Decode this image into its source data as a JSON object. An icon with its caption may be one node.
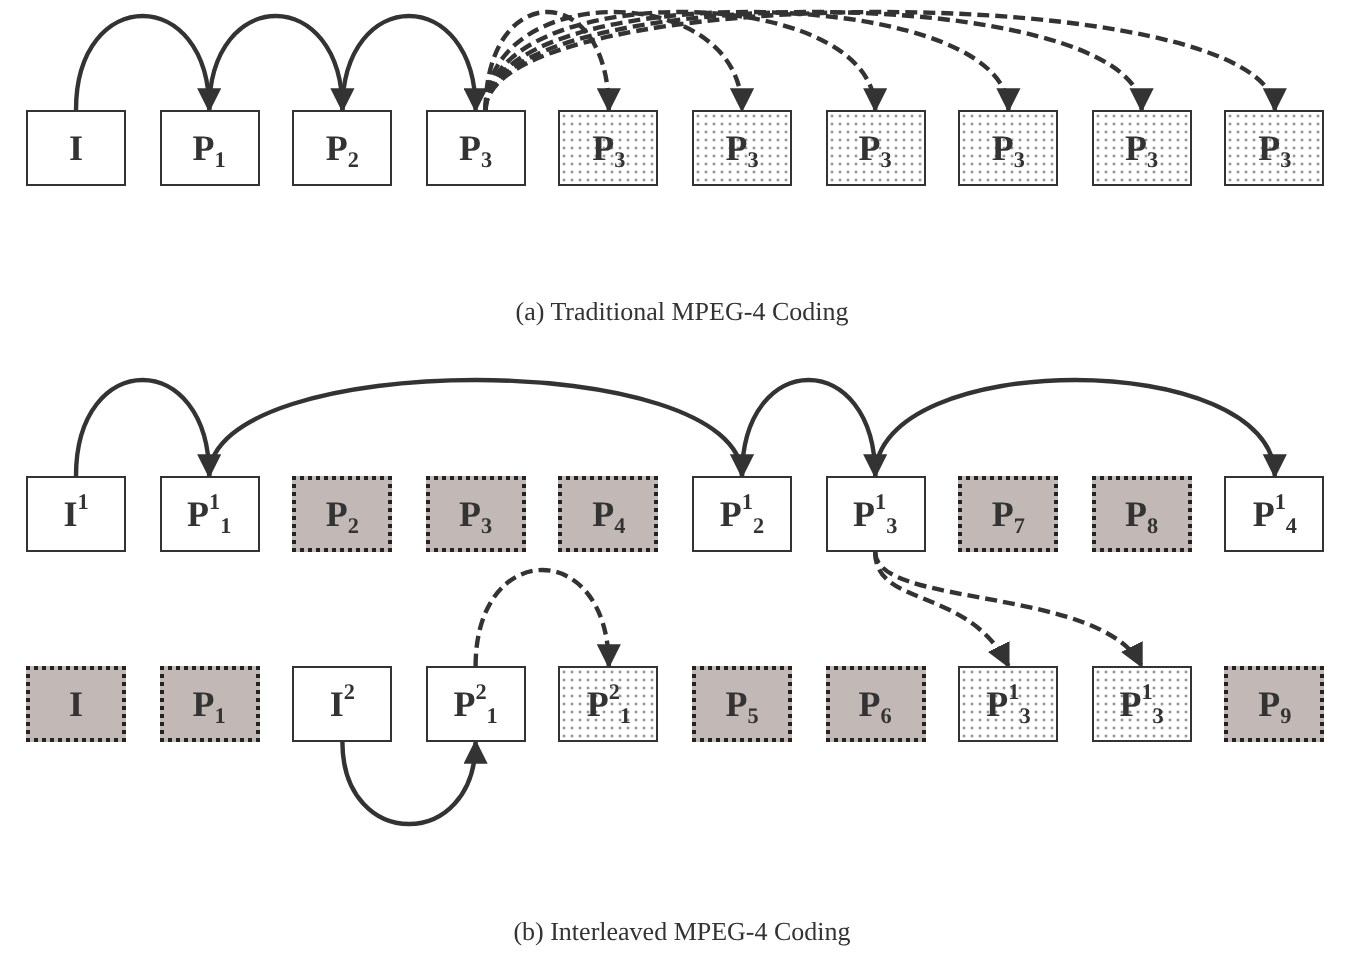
{
  "diagram": {
    "nodes": [
      {
        "text": [
          "I"
        ]
      },
      {
        "text": [
          "P$_{1}$"
        ]
      },
      {
        "text": [
          "P$_{2}$"
        ]
      },
      {
        "text": [
          "P$_{3}$"
        ]
      },
      {
        "text": [
          "P$_{3}$"
        ]
      },
      {
        "text": [
          "P$_{3}$"
        ]
      },
      {
        "text": [
          "P$_{3}$"
        ]
      },
      {
        "text": [
          "P$_{3}$"
        ]
      },
      {
        "text": [
          "P$_{3}$"
        ]
      },
      {
        "text": [
          "P$_{3}$"
        ]
      },
      {
        "text": [
          "I$^{1}$"
        ]
      },
      {
        "text": [
          "P$^{1}$$_{1}$"
        ]
      },
      {
        "text": [
          "P$_{2}$"
        ]
      },
      {
        "text": [
          "P$_{3}$"
        ]
      },
      {
        "text": [
          "P$_{4}$"
        ]
      },
      {
        "text": [
          "P$^{1}$$_{2}$"
        ]
      },
      {
        "text": [
          "P$^{1}$$_{3}$"
        ]
      },
      {
        "text": [
          "P$_{7}$"
        ]
      },
      {
        "text": [
          "P$_{8}$"
        ]
      },
      {
        "text": [
          "P$^{1}$$_{4}$"
        ]
      },
      {
        "text": [
          "I"
        ]
      },
      {
        "text": [
          "P$_{1}$"
        ]
      },
      {
        "text": [
          "I$^{2}$"
        ]
      },
      {
        "text": [
          "P$^{2}$$_{1}$"
        ]
      },
      {
        "text": [
          "P$^{2}$$_{1}$"
        ]
      },
      {
        "text": [
          "P$_{5}$"
        ]
      },
      {
        "text": [
          "P$_{6}$"
        ]
      },
      {
        "text": [
          "P$^{1}$$_{3}$"
        ]
      },
      {
        "text": [
          "P$^{1}$$_{3}$"
        ]
      },
      {
        "text": [
          "P$_{9}$"
        ]
      }
    ],
    "edges": [
      {
        "from": 0,
        "to": 1,
        "arrow": "to"
      },
      {
        "from": 1,
        "to": 2,
        "arrow": "to"
      },
      {
        "from": 2,
        "to": 3,
        "arrow": "to"
      },
      {
        "from": 3,
        "to": 4,
        "arrow": "to",
        "style": "dashed"
      },
      {
        "from": 3,
        "to": 5,
        "arrow": "to",
        "style": "dashed"
      },
      {
        "from": 3,
        "to": 6,
        "arrow": "to",
        "style": "dashed"
      },
      {
        "from": 3,
        "to": 7,
        "arrow": "to",
        "style": "dashed"
      },
      {
        "from": 3,
        "to": 8,
        "arrow": "to",
        "style": "dashed"
      },
      {
        "from": 3,
        "to": 9,
        "arrow": "to",
        "style": "dashed"
      },
      {
        "from": 10,
        "to": 11,
        "arrow": "to"
      },
      {
        "from": 11,
        "to": 15,
        "arrow": "to"
      },
      {
        "from": 15,
        "to": 16,
        "arrow": "to"
      },
      {
        "from": 16,
        "to": 19,
        "arrow": "to"
      },
      {
        "from": 16,
        "to": 27,
        "arrow": "to",
        "style": "dashed"
      },
      {
        "from": 16,
        "to": 28,
        "arrow": "to",
        "style": "dashed"
      },
      {
        "from": 23,
        "to": 24,
        "arrow": "to",
        "style": "dashed"
      },
      {
        "from": 22,
        "to": 23,
        "arrow": "to"
      }
    ],
    "labels": [
      "(a) Traditional MPEG-4 Coding",
      "(b) Interleaved MPEG-4 Coding"
    ]
  }
}
